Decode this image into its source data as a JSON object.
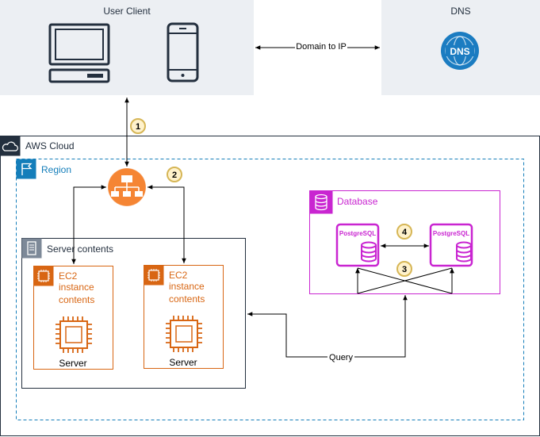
{
  "user_client": {
    "title": "User Client"
  },
  "dns": {
    "title": "DNS",
    "icon_text": "DNS"
  },
  "edges": {
    "domain_to_ip": "Domain to IP",
    "query": "Query"
  },
  "aws_cloud": {
    "title": "AWS Cloud"
  },
  "region": {
    "title": "Region"
  },
  "server_contents": {
    "title": "Server contents"
  },
  "ec2_left": {
    "title_line1": "EC2",
    "title_line2": "instance",
    "title_line3": "contents",
    "caption": "Server"
  },
  "ec2_right": {
    "title_line1": "EC2",
    "title_line2": "instance",
    "title_line3": "contents",
    "caption": "Server"
  },
  "database": {
    "title": "Database",
    "db_left_label": "PostgreSQL",
    "db_right_label": "PostgreSQL"
  },
  "steps": {
    "s1": "1",
    "s2": "2",
    "s3": "3",
    "s4": "4"
  },
  "colors": {
    "client_bg": "#eceff3",
    "region_teal": "#147eba",
    "ec2_orange": "#d86613",
    "db_magenta": "#c925d1",
    "badge_fill": "#fff2cc",
    "badge_stroke": "#d6b656",
    "lb_orange": "#f58534",
    "dns_blue": "#1b7cc1"
  },
  "icons": {
    "client_desktop": "desktop-computer-icon",
    "client_mobile": "mobile-phone-icon",
    "dns": "dns-globe-icon",
    "cloud": "cloud-icon",
    "region": "region-flag-icon",
    "load_balancer": "load-balancer-icon",
    "server_group": "server-rack-icon",
    "ec2_chip": "cpu-chip-icon",
    "db": "database-icon"
  }
}
